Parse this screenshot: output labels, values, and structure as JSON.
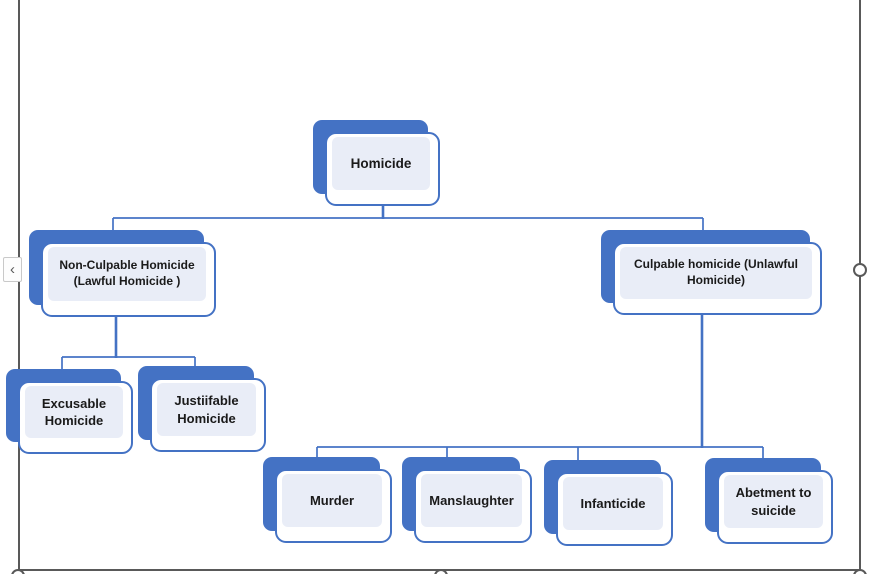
{
  "diagram": {
    "type": "org-chart-hierarchy",
    "colors": {
      "accent": "#4472C4",
      "panel_fill": "#E9EDF7",
      "box_fill": "#FFFFFF",
      "text": "#1A1A1A",
      "frame": "#595959"
    },
    "nodes": {
      "homicide": {
        "label": "Homicide",
        "parent": null
      },
      "non_culpable": {
        "label": "Non-Culpable Homicide\n(Lawful Homicide )",
        "parent": "homicide"
      },
      "culpable": {
        "label": "Culpable homicide (Unlawful\nHomicide)",
        "parent": "homicide"
      },
      "excusable": {
        "label": "Excusable\nHomicide",
        "parent": "non_culpable"
      },
      "justiifable": {
        "label": "Justiifable\nHomicide",
        "parent": "non_culpable"
      },
      "murder": {
        "label": "Murder",
        "parent": "culpable"
      },
      "manslaughter": {
        "label": "Manslaughter",
        "parent": "culpable"
      },
      "infanticide": {
        "label": "Infanticide",
        "parent": "culpable"
      },
      "abetment": {
        "label": "Abetment to\nsuicide",
        "parent": "culpable"
      }
    }
  },
  "selection": {
    "text_pane_toggle_glyph": "‹",
    "handles": [
      "right-middle",
      "bottom-left",
      "bottom-middle",
      "bottom-right"
    ]
  }
}
